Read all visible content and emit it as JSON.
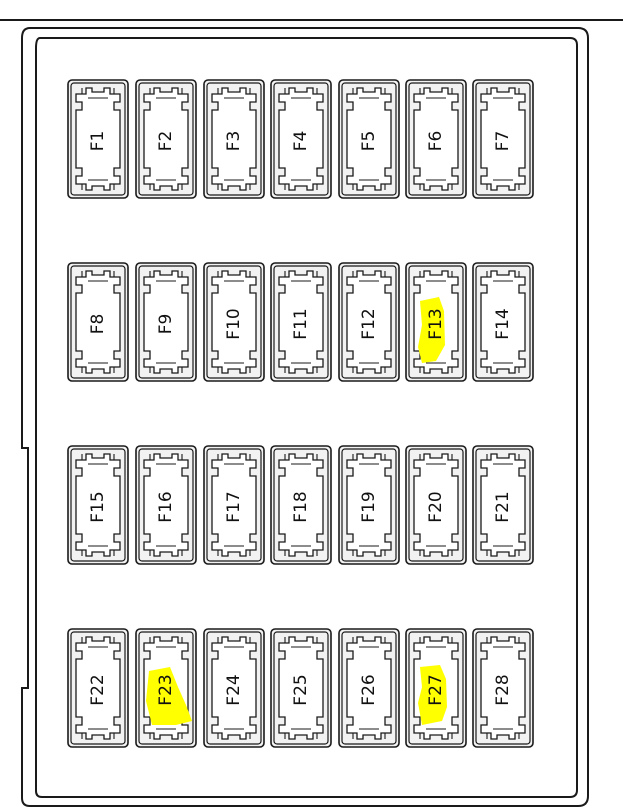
{
  "title": "",
  "colors": {
    "line": "#1a1a1a",
    "fuse_fill": "#f2f2f2",
    "background": "#ffffff",
    "highlight": "#ffff00"
  },
  "fuse_rows": [
    [
      {
        "label": "F1",
        "highlighted": false
      },
      {
        "label": "F2",
        "highlighted": false
      },
      {
        "label": "F3",
        "highlighted": false
      },
      {
        "label": "F4",
        "highlighted": false
      },
      {
        "label": "F5",
        "highlighted": false
      },
      {
        "label": "F6",
        "highlighted": false
      },
      {
        "label": "F7",
        "highlighted": false
      }
    ],
    [
      {
        "label": "F8",
        "highlighted": false
      },
      {
        "label": "F9",
        "highlighted": false
      },
      {
        "label": "F10",
        "highlighted": false
      },
      {
        "label": "F11",
        "highlighted": false
      },
      {
        "label": "F12",
        "highlighted": false
      },
      {
        "label": "F13",
        "highlighted": true
      },
      {
        "label": "F14",
        "highlighted": false
      }
    ],
    [
      {
        "label": "F15",
        "highlighted": false
      },
      {
        "label": "F16",
        "highlighted": false
      },
      {
        "label": "F17",
        "highlighted": false
      },
      {
        "label": "F18",
        "highlighted": false
      },
      {
        "label": "F19",
        "highlighted": false
      },
      {
        "label": "F20",
        "highlighted": false
      },
      {
        "label": "F21",
        "highlighted": false
      }
    ],
    [
      {
        "label": "F22",
        "highlighted": false
      },
      {
        "label": "F23",
        "highlighted": true
      },
      {
        "label": "F24",
        "highlighted": false
      },
      {
        "label": "F25",
        "highlighted": false
      },
      {
        "label": "F26",
        "highlighted": false
      },
      {
        "label": "F27",
        "highlighted": true
      },
      {
        "label": "F28",
        "highlighted": false
      }
    ]
  ]
}
